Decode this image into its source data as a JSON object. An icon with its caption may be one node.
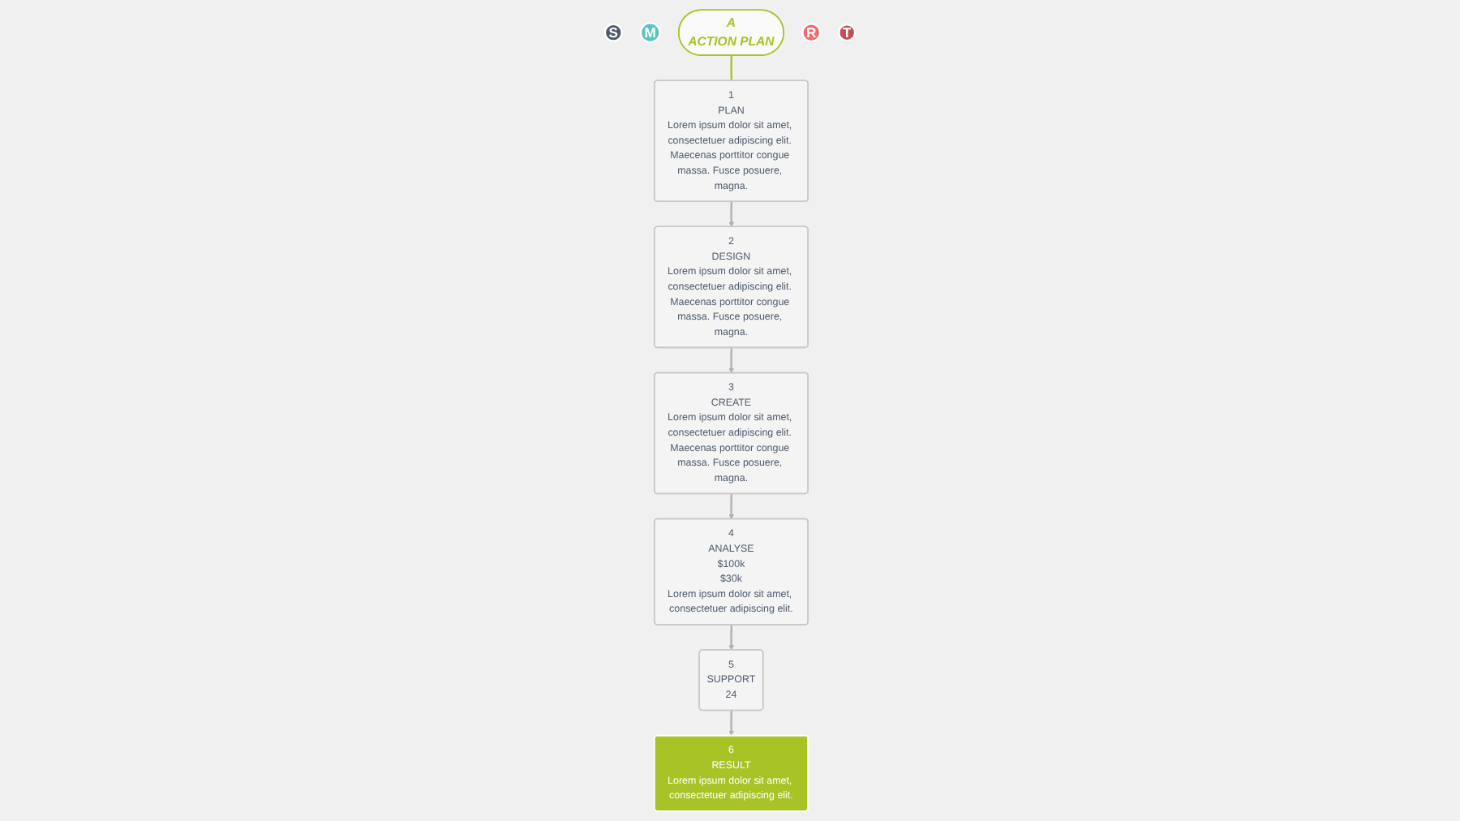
{
  "diagram": {
    "nodes": [
      {
        "text": [
          "S"
        ]
      },
      {
        "text": [
          "M"
        ]
      },
      {
        "text": [
          "A",
          "ACTION PLAN"
        ]
      },
      {
        "text": [
          "R"
        ]
      },
      {
        "text": [
          "T"
        ]
      },
      {
        "text": [
          "1",
          "PLAN",
          "Lorem ipsum dolor sit amet, consectetuer adipiscing elit. Maecenas porttitor congue massa. Fusce posuere, magna."
        ]
      },
      {
        "text": [
          "2",
          "DESIGN",
          "Lorem ipsum dolor sit amet, consectetuer adipiscing elit. Maecenas porttitor congue massa. Fusce posuere, magna."
        ]
      },
      {
        "text": [
          "3",
          "CREATE",
          "Lorem ipsum dolor sit amet, consectetuer adipiscing elit. Maecenas porttitor congue massa. Fusce posuere, magna."
        ]
      },
      {
        "text": [
          "4",
          "ANALYSE",
          "$100k",
          "$30k",
          "Lorem ipsum dolor sit amet, consectetuer adipiscing elit."
        ]
      },
      {
        "text": [
          "5",
          "SUPPORT",
          "24"
        ]
      },
      {
        "text": [
          "6",
          "RESULT",
          "Lorem ipsum dolor sit amet, consectetuer adipiscing elit."
        ]
      }
    ],
    "edges": [
      {
        "from": 2,
        "to": 5,
        "arrow": "none",
        "color": "#a8c326"
      },
      {
        "from": 5,
        "to": 6,
        "arrow": "to"
      },
      {
        "from": 6,
        "to": 7,
        "arrow": "to"
      },
      {
        "from": 7,
        "to": 8,
        "arrow": "to"
      },
      {
        "from": 8,
        "to": 9,
        "arrow": "to"
      },
      {
        "from": 9,
        "to": 10,
        "arrow": "to"
      }
    ]
  }
}
